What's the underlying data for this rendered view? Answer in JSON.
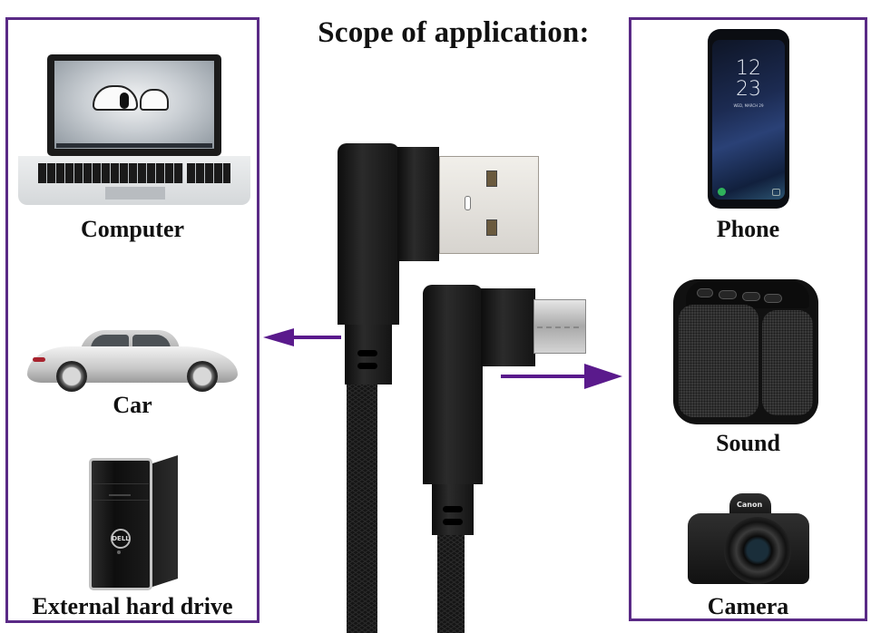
{
  "title": "Scope of application:",
  "colors": {
    "frame_border": "#5a2a86",
    "arrow": "#5a1a8c",
    "text": "#111111"
  },
  "left_panel": {
    "items": [
      {
        "label": "Computer",
        "icon": "laptop-icon"
      },
      {
        "label": "Car",
        "icon": "car-icon"
      },
      {
        "label": "External hard drive",
        "icon": "desktop-tower-icon",
        "brand": "DELL"
      }
    ]
  },
  "right_panel": {
    "items": [
      {
        "label": "Phone",
        "icon": "smartphone-icon",
        "clock": {
          "hour": "12",
          "minute": "23"
        },
        "date": "WED, MARCH 29"
      },
      {
        "label": "Sound",
        "icon": "speaker-icon"
      },
      {
        "label": "Camera",
        "icon": "camera-icon",
        "brand": "Canon"
      }
    ]
  },
  "center": {
    "product": "right-angle USB A to Micro USB braided cable",
    "arrows": [
      {
        "direction": "left",
        "target": "left_panel"
      },
      {
        "direction": "right",
        "target": "right_panel"
      }
    ]
  }
}
